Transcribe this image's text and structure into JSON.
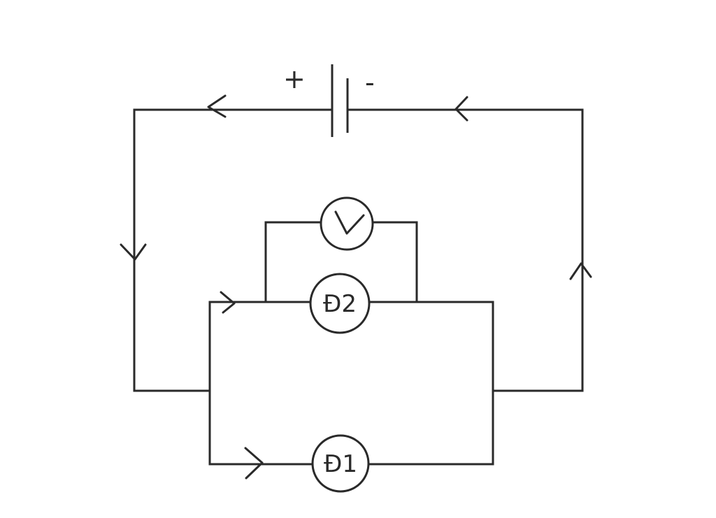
{
  "battery": {
    "positive_sign": "+",
    "negative_sign": "-"
  },
  "voltmeter": {
    "symbol": "V"
  },
  "lamps": {
    "d2": "Đ2",
    "d1": "Đ1"
  },
  "colors": {
    "line": "#2a2a2a",
    "background": "#ffffff"
  }
}
